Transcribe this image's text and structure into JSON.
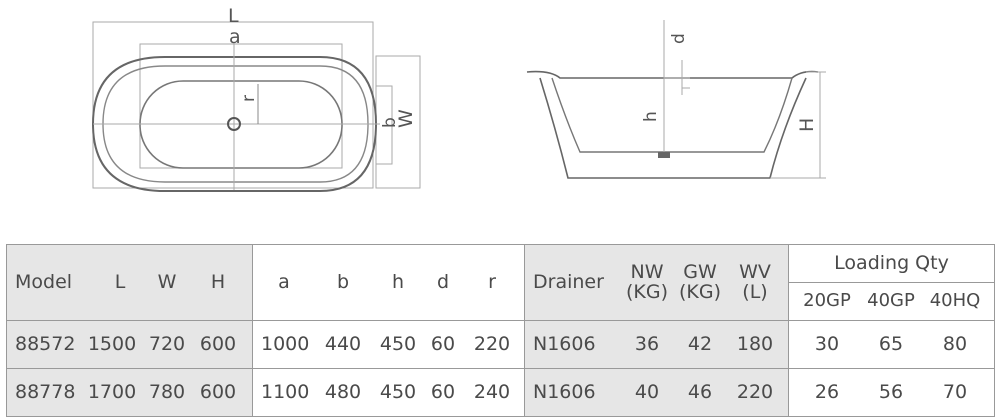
{
  "drawing_labels": {
    "top_view": {
      "L": "L",
      "a": "a",
      "r": "r",
      "b": "b",
      "W": "W"
    },
    "side_view": {
      "d": "d",
      "h": "h",
      "H": "H"
    }
  },
  "table": {
    "headers": {
      "model_dims": [
        "Model",
        "L",
        "W",
        "H"
      ],
      "inner_dims": [
        "a",
        "b",
        "h",
        "d",
        "r"
      ],
      "drainer": "Drainer",
      "weights": [
        {
          "line1": "NW",
          "line2": "(KG)"
        },
        {
          "line1": "GW",
          "line2": "(KG)"
        },
        {
          "line1": "WV",
          "line2": "(L)"
        }
      ],
      "loading": {
        "title": "Loading Qty",
        "cols": [
          "20GP",
          "40GP",
          "40HQ"
        ]
      }
    },
    "rows": [
      {
        "model_dims": [
          "88572",
          "1500",
          "720",
          "600"
        ],
        "inner_dims": [
          "1000",
          "440",
          "450",
          "60",
          "220"
        ],
        "drainer": "N1606",
        "weights": [
          "36",
          "42",
          "180"
        ],
        "loading": [
          "30",
          "65",
          "80"
        ]
      },
      {
        "model_dims": [
          "88778",
          "1700",
          "780",
          "600"
        ],
        "inner_dims": [
          "1100",
          "480",
          "450",
          "60",
          "240"
        ],
        "drainer": "N1606",
        "weights": [
          "40",
          "46",
          "220"
        ],
        "loading": [
          "26",
          "56",
          "70"
        ]
      }
    ]
  }
}
